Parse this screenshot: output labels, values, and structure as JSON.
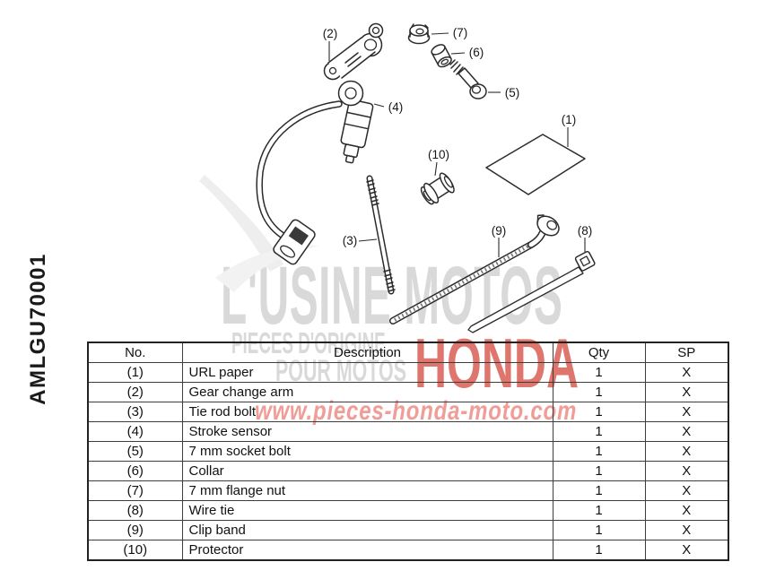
{
  "page": {
    "code": "AMLGU70001",
    "background": "#ffffff"
  },
  "watermark": {
    "line1": "L'USINE MOTOS",
    "line2": "PIECES D'ORIGINE",
    "line3": "POUR MOTOS",
    "brand": "HONDA",
    "url": "www.pieces-honda-moto.com",
    "gray_color": "#d9d9d9",
    "red_color": "rgba(211,72,61,0.75)",
    "pink_color": "rgba(238,146,140,0.9)"
  },
  "diagram": {
    "labels": [
      {
        "part": "url-paper",
        "text": "(1)"
      },
      {
        "part": "gear-change-arm",
        "text": "(2)"
      },
      {
        "part": "tie-rod-bolt",
        "text": "(3)"
      },
      {
        "part": "stroke-sensor",
        "text": "(4)"
      },
      {
        "part": "7mm-socket-bolt",
        "text": "(5)"
      },
      {
        "part": "collar",
        "text": "(6)"
      },
      {
        "part": "7mm-flange-nut",
        "text": "(7)"
      },
      {
        "part": "wire-tie",
        "text": "(8)"
      },
      {
        "part": "clip-band",
        "text": "(9)"
      },
      {
        "part": "protector",
        "text": "(10)"
      }
    ]
  },
  "table": {
    "headers": {
      "no": "No.",
      "description": "Description",
      "qty": "Qty",
      "sp": "SP"
    },
    "rows": [
      {
        "no": "(1)",
        "description": "URL paper",
        "qty": "1",
        "sp": "X"
      },
      {
        "no": "(2)",
        "description": "Gear change arm",
        "qty": "1",
        "sp": "X"
      },
      {
        "no": "(3)",
        "description": "Tie rod bolt",
        "qty": "1",
        "sp": "X"
      },
      {
        "no": "(4)",
        "description": "Stroke sensor",
        "qty": "1",
        "sp": "X"
      },
      {
        "no": "(5)",
        "description": "7 mm socket bolt",
        "qty": "1",
        "sp": "X"
      },
      {
        "no": "(6)",
        "description": "Collar",
        "qty": "1",
        "sp": "X"
      },
      {
        "no": "(7)",
        "description": "7 mm flange nut",
        "qty": "1",
        "sp": "X"
      },
      {
        "no": "(8)",
        "description": "Wire tie",
        "qty": "1",
        "sp": "X"
      },
      {
        "no": "(9)",
        "description": "Clip band",
        "qty": "1",
        "sp": "X"
      },
      {
        "no": "(10)",
        "description": "Protector",
        "qty": "1",
        "sp": "X"
      }
    ]
  }
}
